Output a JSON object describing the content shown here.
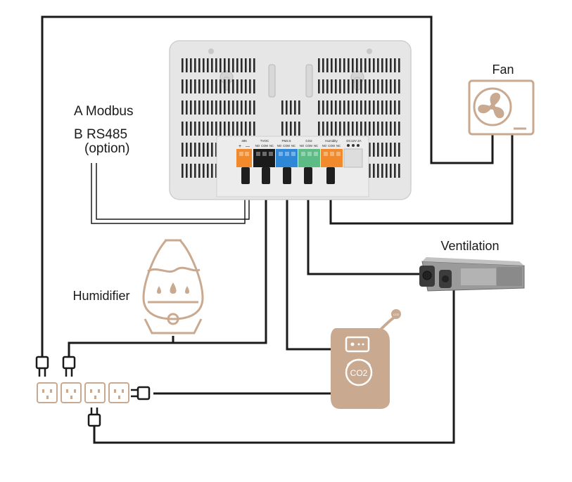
{
  "labels": {
    "modbus": "A Modbus",
    "rs485": "B RS485",
    "option": "(option)",
    "fan": "Fan",
    "ventilation": "Ventilation",
    "humidifier": "Humidifier"
  },
  "terminals": {
    "groups": [
      "485",
      "TVOC",
      "PM2.5",
      "CO2",
      "Humidity",
      "DC12V 2A"
    ],
    "pins_485": [
      "+",
      "—"
    ],
    "pins_relay": [
      "NO",
      "COM",
      "NC"
    ]
  },
  "co2_sensor": {
    "text": "CO2",
    "tag": "CO2"
  },
  "colors": {
    "wire": "#1a1a1a",
    "device_body": "#e6e6e6",
    "vent_slot": "#2a2a2a",
    "beige": "#c9a990",
    "beige_dark": "#b39477",
    "terminal_orange": "#f08a2c",
    "terminal_black": "#1b1b1b",
    "terminal_blue": "#2f87d8",
    "terminal_green": "#5dbb85"
  },
  "icons": [
    "fan-icon",
    "humidifier-icon",
    "co2-sensor-icon",
    "ventilation-unit-icon",
    "power-socket-icon",
    "power-plug-icon"
  ]
}
